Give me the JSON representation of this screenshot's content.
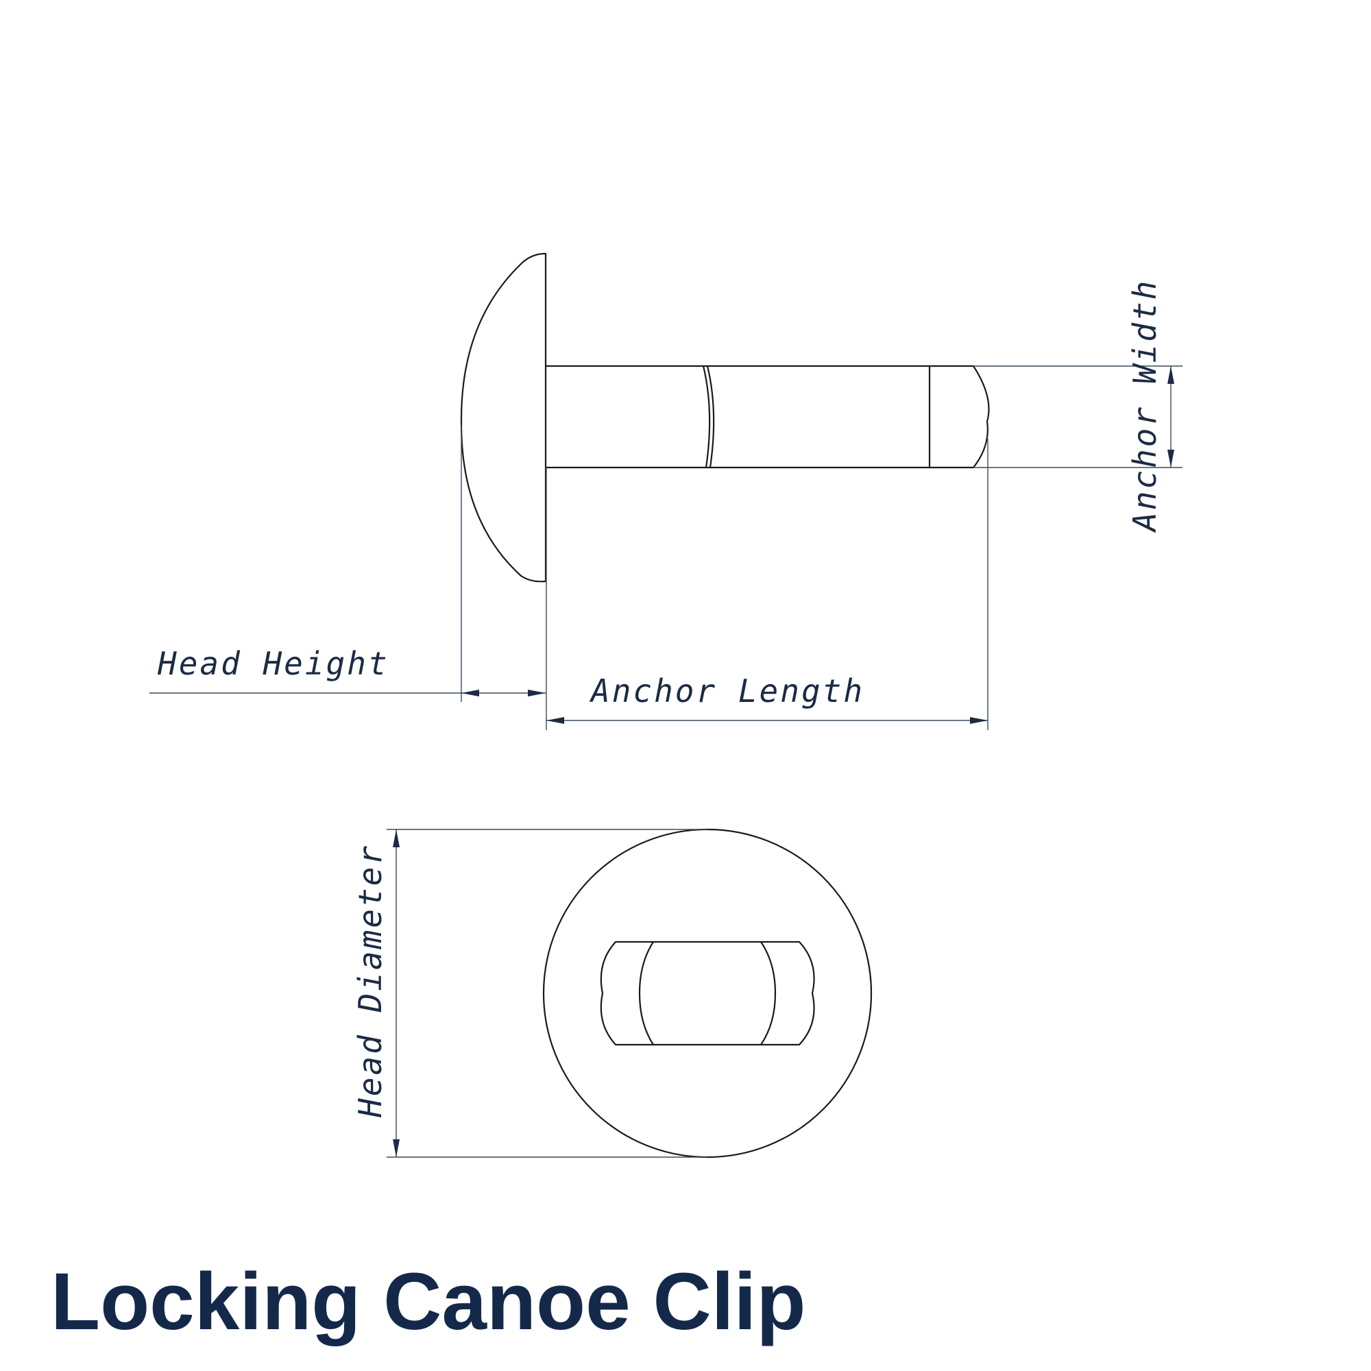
{
  "title": "Locking Canoe Clip",
  "dimensions": {
    "head_height": "Head Height",
    "anchor_length": "Anchor Length",
    "anchor_width": "Anchor Width",
    "head_diameter": "Head Diameter"
  },
  "colors": {
    "title": "#14294a",
    "dimension_text": "#1b2b44",
    "outline": "#1a1a1a",
    "background": "#ffffff"
  }
}
